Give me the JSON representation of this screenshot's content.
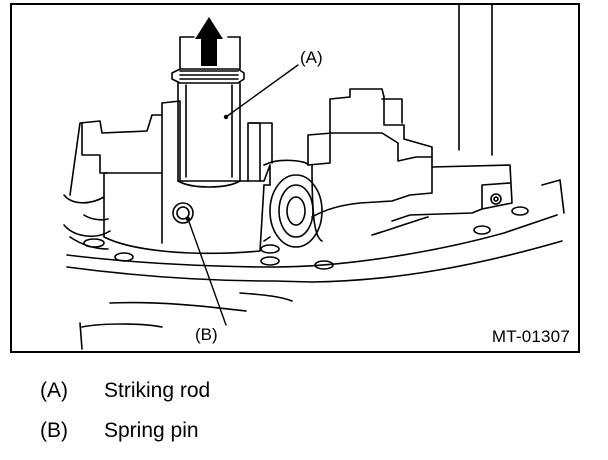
{
  "figure": {
    "id": "MT-01307",
    "callouts": {
      "a": "(A)",
      "b": "(B)"
    }
  },
  "legend": {
    "items": [
      {
        "code": "(A)",
        "label": "Striking rod"
      },
      {
        "code": "(B)",
        "label": "Spring pin"
      }
    ]
  },
  "colors": {
    "line": "#000000",
    "background": "#ffffff",
    "arrow": "#000000"
  }
}
